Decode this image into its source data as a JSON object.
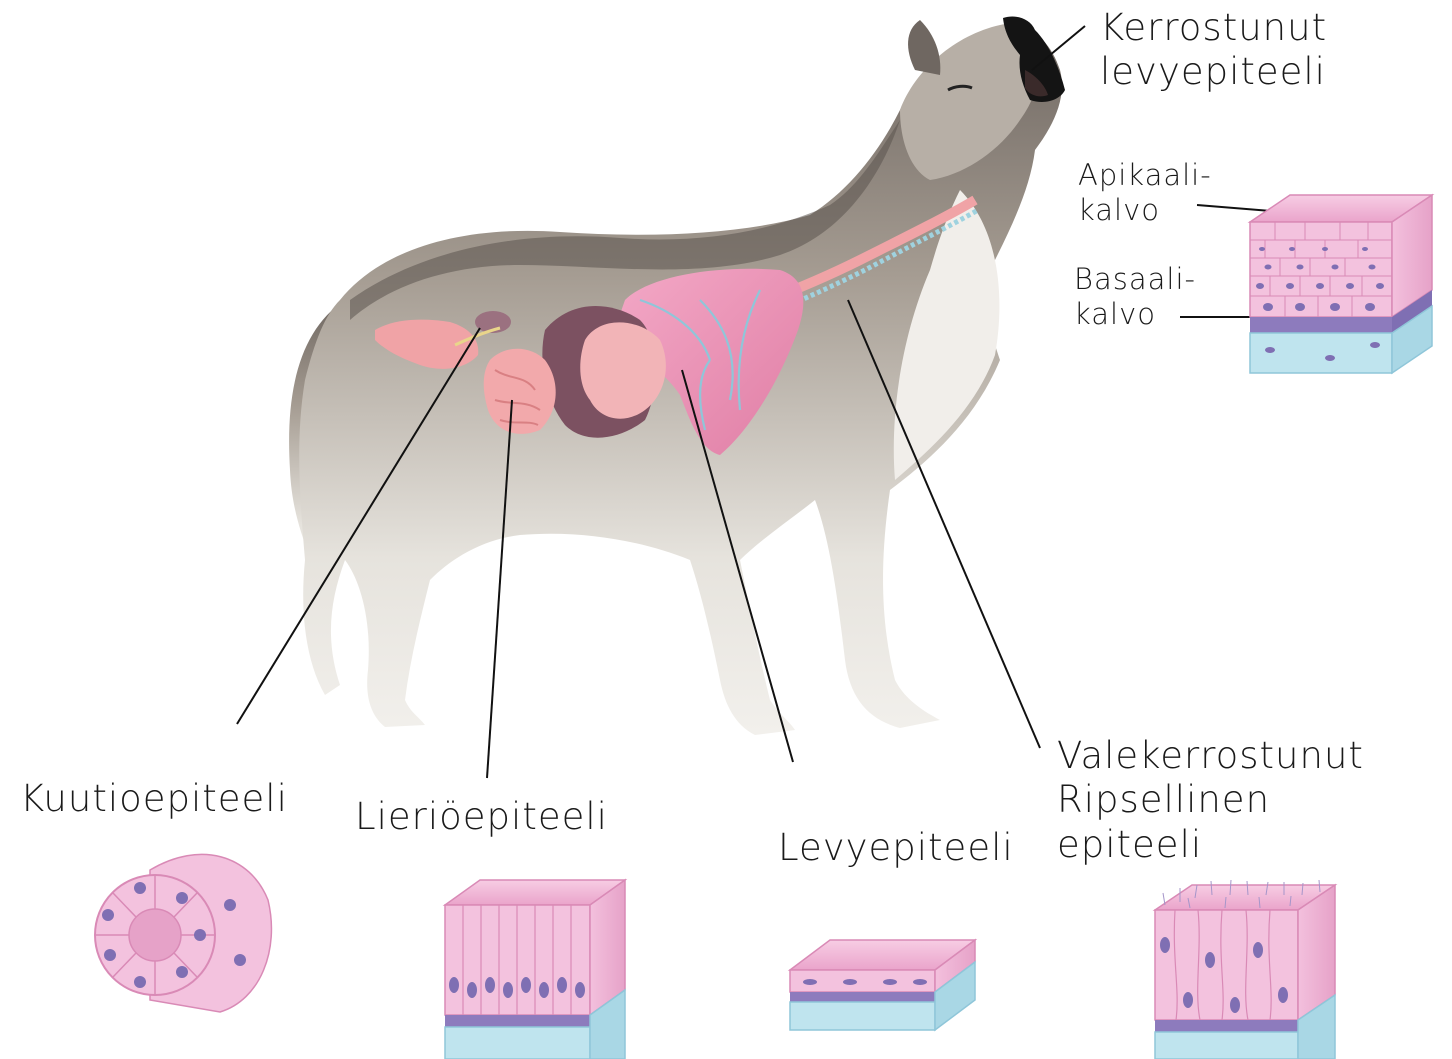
{
  "labels": {
    "kerrostunut": [
      "Kerrostunut",
      "levyepiteeli"
    ],
    "apikaali": [
      "Apikaali-",
      "kalvo"
    ],
    "basaali": [
      "Basaali-",
      "kalvo"
    ],
    "kuutio": "Kuutioepiteeli",
    "lierio": "Lieriöepiteeli",
    "levy": "Levyepiteeli",
    "valekerrostunut": [
      "Valekerrostunut",
      "Ripsellinen",
      "epiteeli"
    ]
  },
  "colors": {
    "fur_dark": "#6f6761",
    "fur_mid": "#a59c92",
    "fur_light": "#e9e6e0",
    "tissue_pink": "#f3bcd9",
    "tissue_pink_dark": "#e08fbd",
    "nucleus": "#7f6fb3",
    "basement": "#bfe4ee",
    "lung": "#e890b2",
    "liver": "#7c5161",
    "intestine": "#f2a9ab",
    "leader": "#111111"
  }
}
